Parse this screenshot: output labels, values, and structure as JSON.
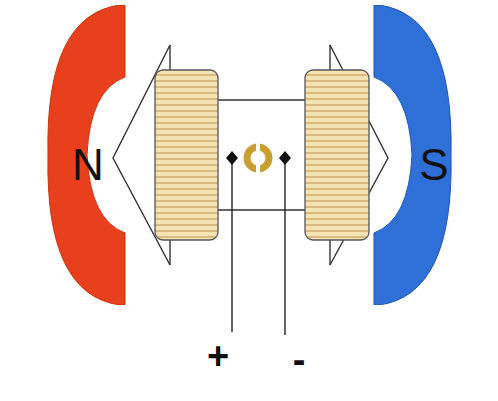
{
  "diagram": {
    "nodes": [
      {
        "text": [
          "N"
        ]
      },
      {
        "text": [
          "S"
        ]
      }
    ],
    "labels": [
      "+",
      "-"
    ]
  }
}
